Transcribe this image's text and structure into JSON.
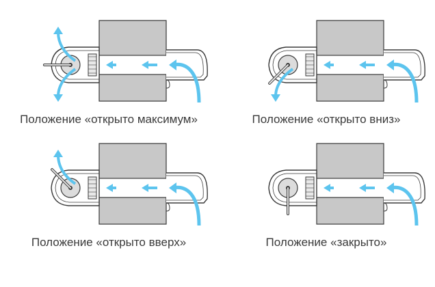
{
  "palette": {
    "wall": "#c8c8c8",
    "line": "#3a3a3a",
    "frame_fill": "#ffffff",
    "arrow": "#5cc4ee",
    "text": "#3a3a3a"
  },
  "panels": [
    {
      "id": "max",
      "caption": "Положение «открыто максимум»",
      "flow": "both"
    },
    {
      "id": "down",
      "caption": "Положение «открыто вниз»",
      "flow": "down"
    },
    {
      "id": "up",
      "caption": "Положение «открыто вверх»",
      "flow": "up"
    },
    {
      "id": "closed",
      "caption": "Положение «закрыто»",
      "flow": "none"
    }
  ]
}
